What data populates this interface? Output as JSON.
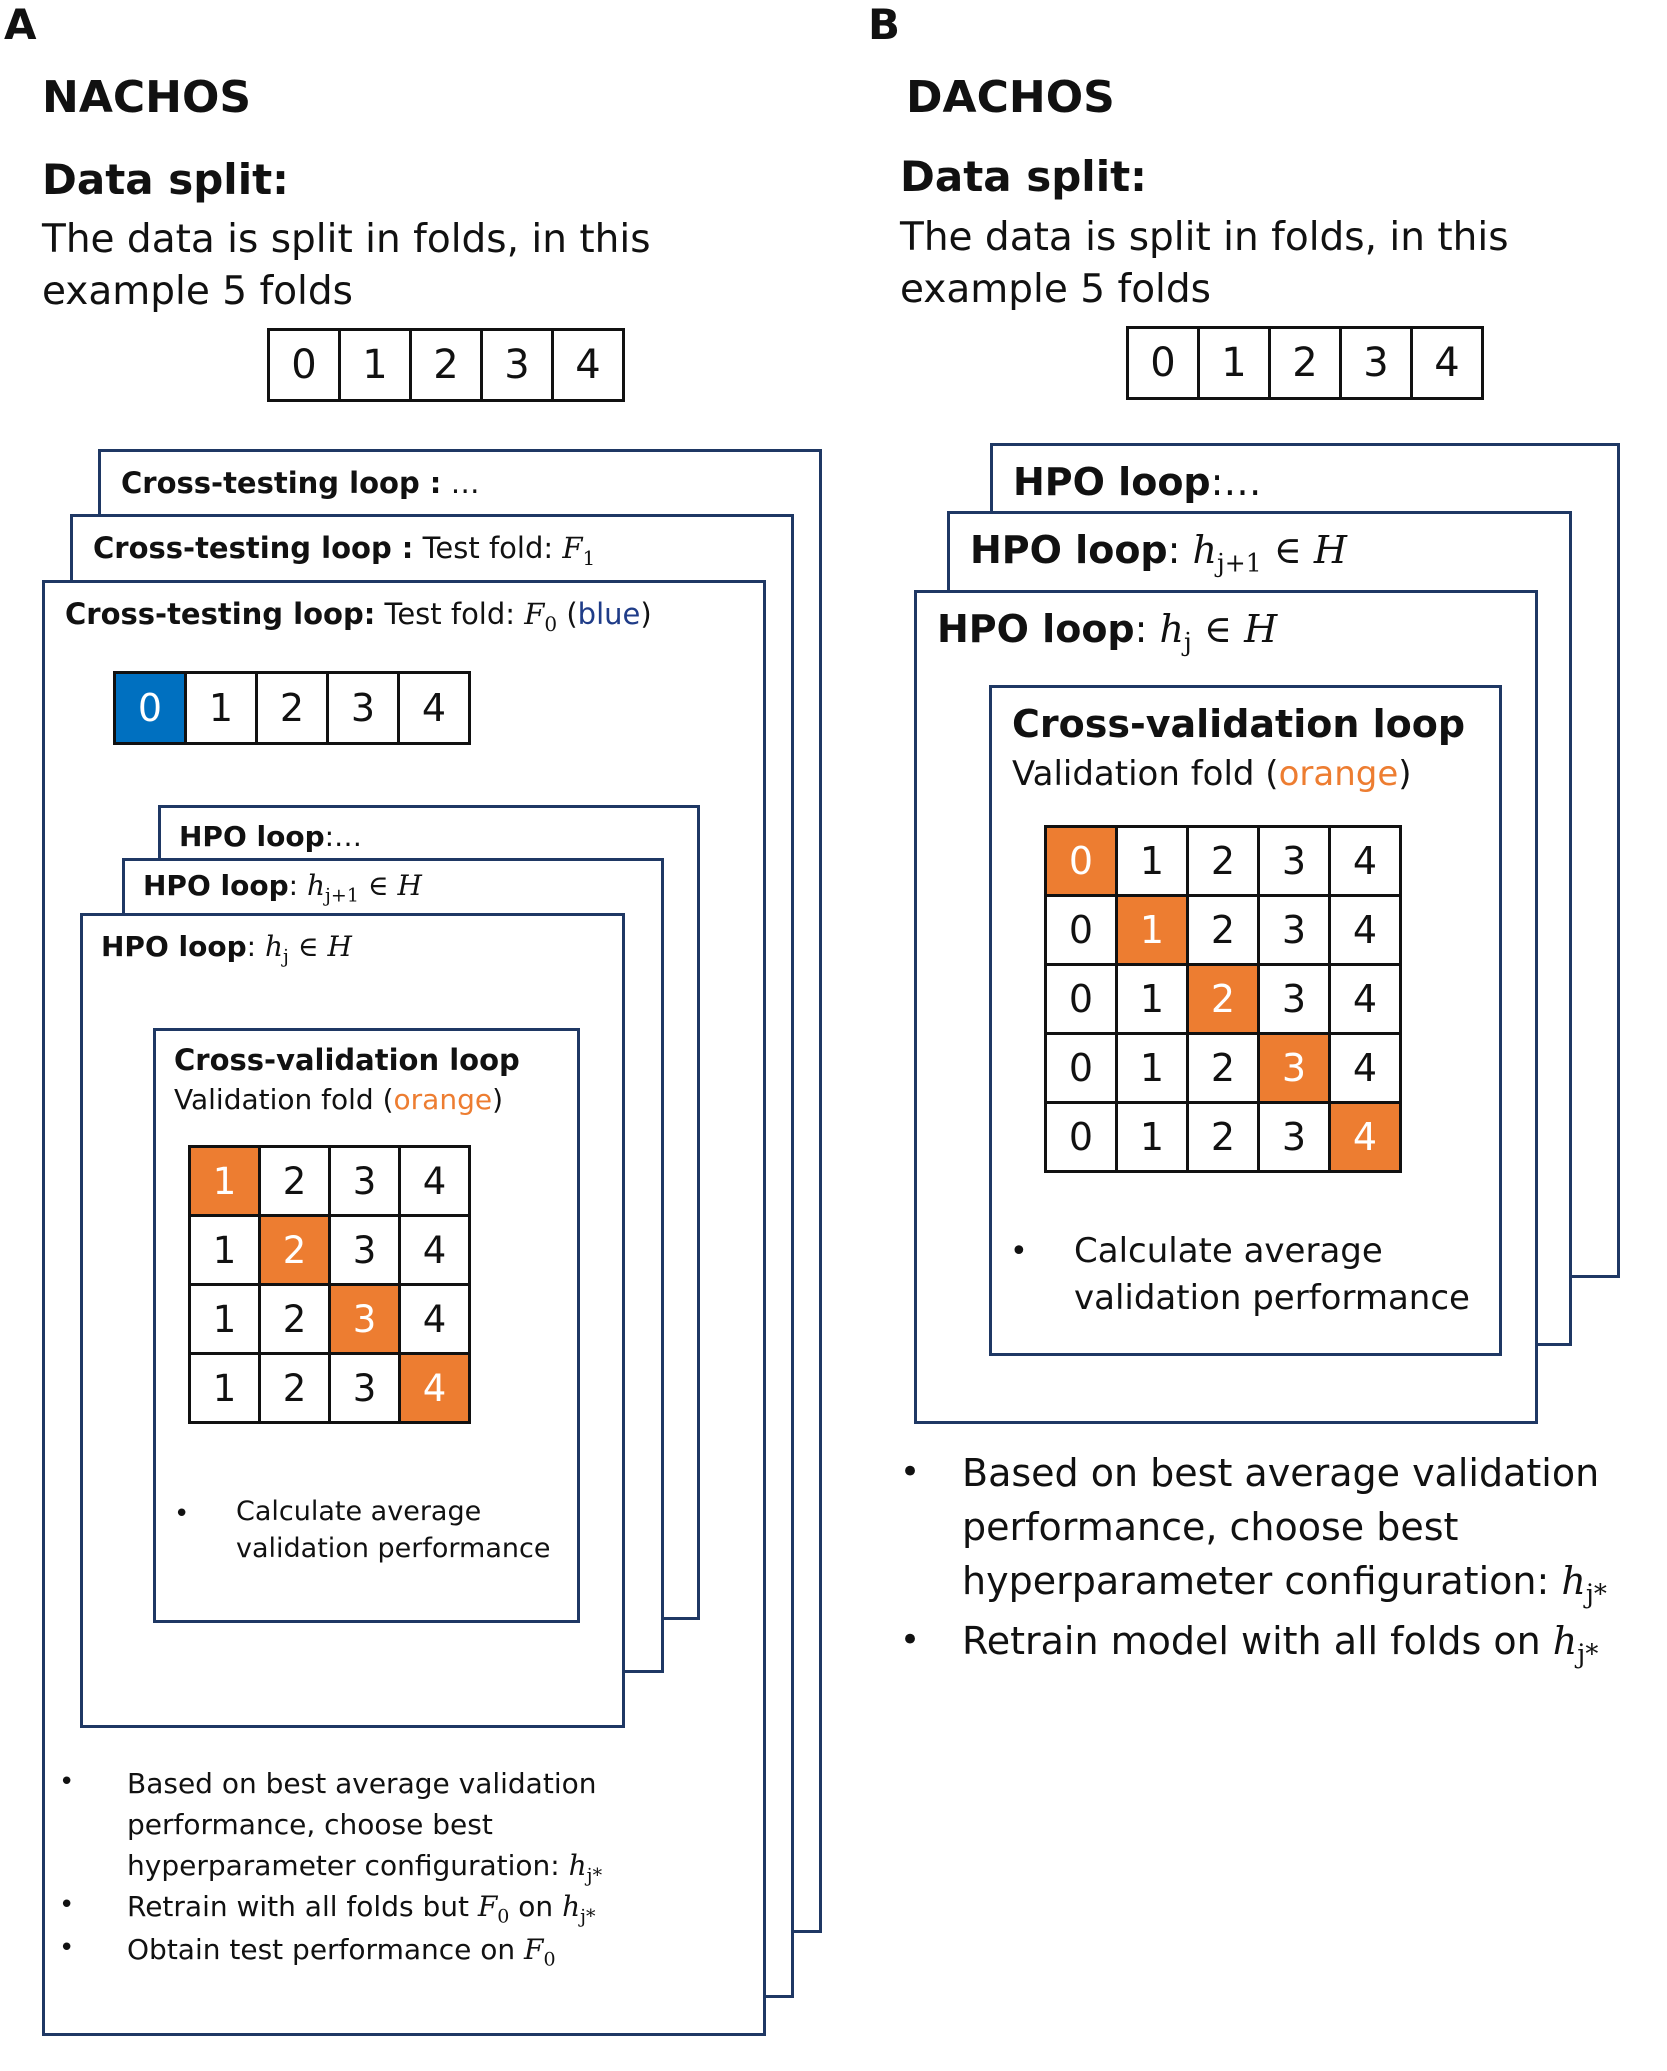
{
  "panel_a": {
    "letter": "A",
    "title": "NACHOS",
    "data_split_heading": "Data split:",
    "data_split_text": "The data is split in folds, in this example 5 folds",
    "folds": [
      "0",
      "1",
      "2",
      "3",
      "4"
    ],
    "cross_testing_back": {
      "bold": "Cross-testing loop :",
      "rest": " …"
    },
    "cross_testing_mid": {
      "bold": "Cross-testing loop :",
      "rest": " Test fold: ",
      "math": "F",
      "sub": "1"
    },
    "cross_testing_front": {
      "bold": "Cross-testing loop:",
      "rest": " Test fold: ",
      "math": "F",
      "sub": "0",
      "paren_open": " (",
      "color_word": "blue",
      "paren_close": ")"
    },
    "test_fold_row": [
      "0",
      "1",
      "2",
      "3",
      "4"
    ],
    "test_fold_highlight_index": 0,
    "hpo_back": {
      "bold": "HPO loop",
      "rest": ":…"
    },
    "hpo_mid": {
      "bold": "HPO loop",
      "rest": ": ",
      "math": "h",
      "sub": "j+1",
      "tail": " ∈ H"
    },
    "hpo_front": {
      "bold": "HPO loop",
      "rest": ": ",
      "math": "h",
      "sub": "j",
      "tail": " ∈ H"
    },
    "cv_title": "Cross-validation loop",
    "cv_sub_prefix": "Validation fold (",
    "cv_sub_color": "orange",
    "cv_sub_suffix": ")",
    "cv_grid": [
      [
        "1",
        "2",
        "3",
        "4"
      ],
      [
        "1",
        "2",
        "3",
        "4"
      ],
      [
        "1",
        "2",
        "3",
        "4"
      ],
      [
        "1",
        "2",
        "3",
        "4"
      ]
    ],
    "cv_bullet": "Calculate average validation performance",
    "bullets": [
      {
        "text": "Based on best average validation performance, choose best hyperparameter configuration: ",
        "math": "h",
        "sub": "j*"
      },
      {
        "text": "Retrain with all folds but ",
        "math": "F",
        "sub": "0",
        "mid": " on ",
        "math2": "h",
        "sub2": "j*"
      },
      {
        "text": "Obtain test performance on ",
        "math": "F",
        "sub": "0"
      }
    ]
  },
  "panel_b": {
    "letter": "B",
    "title": "DACHOS",
    "data_split_heading": "Data split:",
    "data_split_text": "The data is split in folds, in this example 5 folds",
    "folds": [
      "0",
      "1",
      "2",
      "3",
      "4"
    ],
    "hpo_back": {
      "bold": "HPO loop",
      "rest": ":…"
    },
    "hpo_mid": {
      "bold": "HPO loop",
      "rest": ": ",
      "math": "h",
      "sub": "j+1",
      "tail": " ∈ H"
    },
    "hpo_front": {
      "bold": "HPO loop",
      "rest": ": ",
      "math": "h",
      "sub": "j",
      "tail": " ∈ H"
    },
    "cv_title": "Cross-validation loop",
    "cv_sub_prefix": "Validation fold (",
    "cv_sub_color": "orange",
    "cv_sub_suffix": ")",
    "cv_grid": [
      [
        "0",
        "1",
        "2",
        "3",
        "4"
      ],
      [
        "0",
        "1",
        "2",
        "3",
        "4"
      ],
      [
        "0",
        "1",
        "2",
        "3",
        "4"
      ],
      [
        "0",
        "1",
        "2",
        "3",
        "4"
      ],
      [
        "0",
        "1",
        "2",
        "3",
        "4"
      ]
    ],
    "cv_bullet": "Calculate average validation performance",
    "bullets": [
      {
        "text": "Based on best average validation performance, choose best hyperparameter configuration: ",
        "math": "h",
        "sub": "j*"
      },
      {
        "text": "Retrain model with all folds on ",
        "math": "h",
        "sub": "j*"
      }
    ]
  },
  "colors": {
    "orange": "#ed7d31",
    "blue": "#0070c0",
    "border": "#1f3864"
  }
}
